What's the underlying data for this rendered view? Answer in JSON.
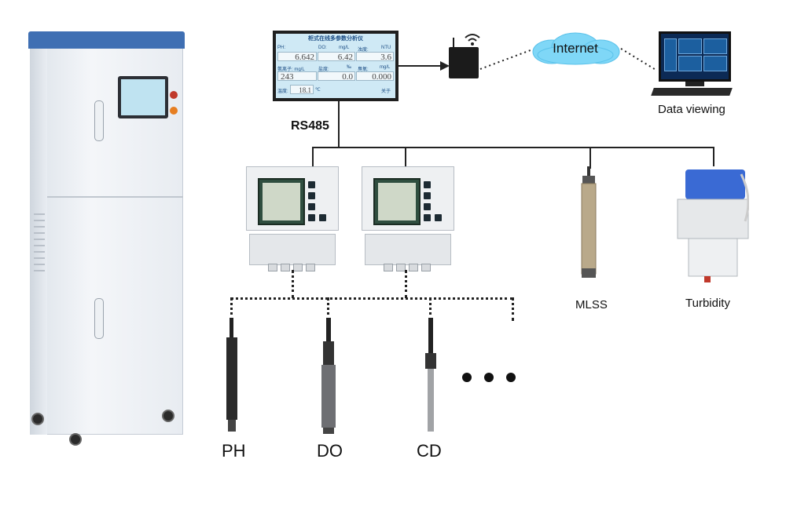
{
  "hmi": {
    "title": "柜式在线多参数分析仪",
    "row1_labels": [
      "PH:",
      "DO:",
      "mg/L",
      "浊度:",
      "NTU"
    ],
    "row1_values": [
      "6.642",
      "6.42",
      "3.6"
    ],
    "row2_labels": [
      "氨离子: mg/L",
      "盐度:",
      "‰",
      "臭氧:",
      "mg/L"
    ],
    "row2_values": [
      "243",
      "0.0",
      "0.000"
    ],
    "temp_label": "温度:",
    "temp_value": "18.1",
    "temp_unit": "℃",
    "footer_right": "关于"
  },
  "network": {
    "bus_label": "RS485",
    "cloud_label": "Internet",
    "viewer_label": "Data viewing"
  },
  "sensors": {
    "mlss_label": "MLSS",
    "turbidity_label": "Turbidity",
    "ph_label": "PH",
    "do_label": "DO",
    "cd_label": "CD"
  },
  "colors": {
    "cabinet_top": "#3f6fb3",
    "screen_bg": "#cfe9f5",
    "turbidity_blue": "#3a6ad4"
  },
  "icons": [
    "cabinet",
    "touch-screen",
    "wifi-router",
    "cloud",
    "monitor",
    "analyzer",
    "probe",
    "ellipsis"
  ]
}
